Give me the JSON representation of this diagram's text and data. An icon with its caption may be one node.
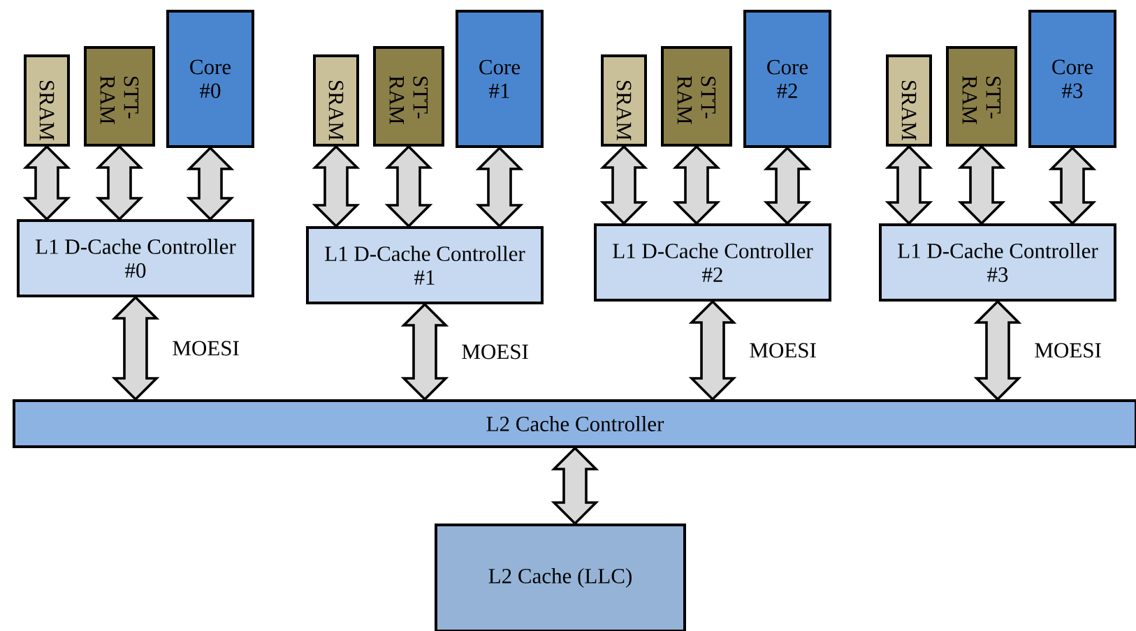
{
  "diagram": {
    "nodes": [
      {
        "text": [
          "SRAM"
        ]
      },
      {
        "text": [
          "STT-RAM"
        ]
      },
      {
        "text": [
          "Core #0"
        ]
      },
      {
        "text": [
          "L1 D-Cache Controller #0"
        ]
      },
      {
        "text": [
          "SRAM"
        ]
      },
      {
        "text": [
          "STT-RAM"
        ]
      },
      {
        "text": [
          "Core #1"
        ]
      },
      {
        "text": [
          "L1 D-Cache Controller #1"
        ]
      },
      {
        "text": [
          "SRAM"
        ]
      },
      {
        "text": [
          "STT-RAM"
        ]
      },
      {
        "text": [
          "Core #2"
        ]
      },
      {
        "text": [
          "L1 D-Cache Controller #2"
        ]
      },
      {
        "text": [
          "SRAM"
        ]
      },
      {
        "text": [
          "STT-RAM"
        ]
      },
      {
        "text": [
          "Core #3"
        ]
      },
      {
        "text": [
          "L1 D-Cache Controller #3"
        ]
      },
      {
        "text": [
          "L2 Cache Controller"
        ]
      },
      {
        "text": [
          "L2 Cache (LLC)"
        ]
      }
    ],
    "edges": [
      {
        "from": 0,
        "to": 3,
        "arrow": "both"
      },
      {
        "from": 1,
        "to": 3,
        "arrow": "both"
      },
      {
        "from": 2,
        "to": 3,
        "arrow": "both"
      },
      {
        "from": 3,
        "to": 16,
        "arrow": "both",
        "label": "MOESI"
      },
      {
        "from": 4,
        "to": 7,
        "arrow": "both"
      },
      {
        "from": 5,
        "to": 7,
        "arrow": "both"
      },
      {
        "from": 6,
        "to": 7,
        "arrow": "both"
      },
      {
        "from": 7,
        "to": 16,
        "arrow": "both",
        "label": "MOESI"
      },
      {
        "from": 8,
        "to": 11,
        "arrow": "both"
      },
      {
        "from": 9,
        "to": 11,
        "arrow": "both"
      },
      {
        "from": 10,
        "to": 11,
        "arrow": "both"
      },
      {
        "from": 11,
        "to": 16,
        "arrow": "both",
        "label": "MOESI"
      },
      {
        "from": 12,
        "to": 15,
        "arrow": "both"
      },
      {
        "from": 13,
        "to": 15,
        "arrow": "both"
      },
      {
        "from": 14,
        "to": 15,
        "arrow": "both"
      },
      {
        "from": 15,
        "to": 16,
        "arrow": "both",
        "label": "MOESI"
      },
      {
        "from": 16,
        "to": 17,
        "arrow": "both"
      }
    ]
  }
}
